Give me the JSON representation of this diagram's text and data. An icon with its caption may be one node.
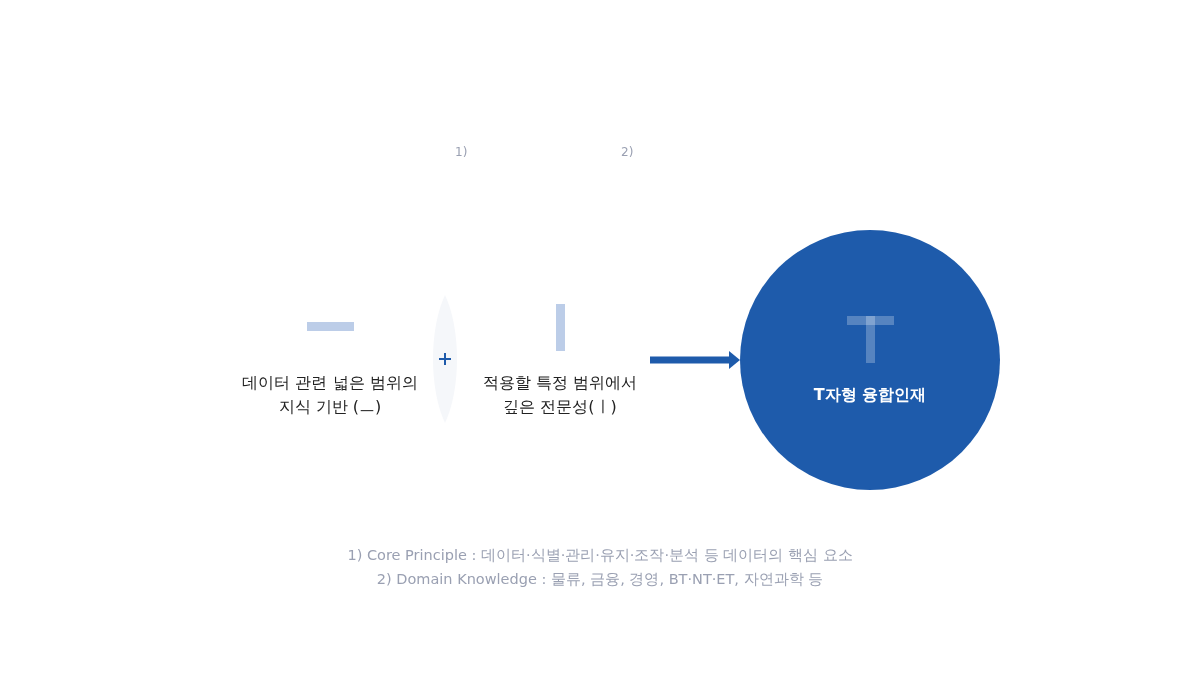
{
  "diagram": {
    "nodes": [
      {
        "text": [
          "데이터 관련 넓은 범위의 지식 기반 (ㅡ)"
        ]
      },
      {
        "text": [
          "적용할 특정 범위에서 깊은 전문성(ㅣ)"
        ]
      },
      {
        "text": [
          "T자형 융합인재"
        ]
      }
    ],
    "edges": [
      {
        "from": 1,
        "to": 2,
        "arrow": "to",
        "color": "#1e5bab"
      }
    ],
    "labels": [
      "1)",
      "2)",
      "1) Core Principle : 데이터·식별·관리·유지·조작·분석 등 데이터의 핵심 요소",
      "2) Domain Knowledge : 물류, 금융, 경영, BT·NT·ET, 자연과학 등"
    ]
  }
}
